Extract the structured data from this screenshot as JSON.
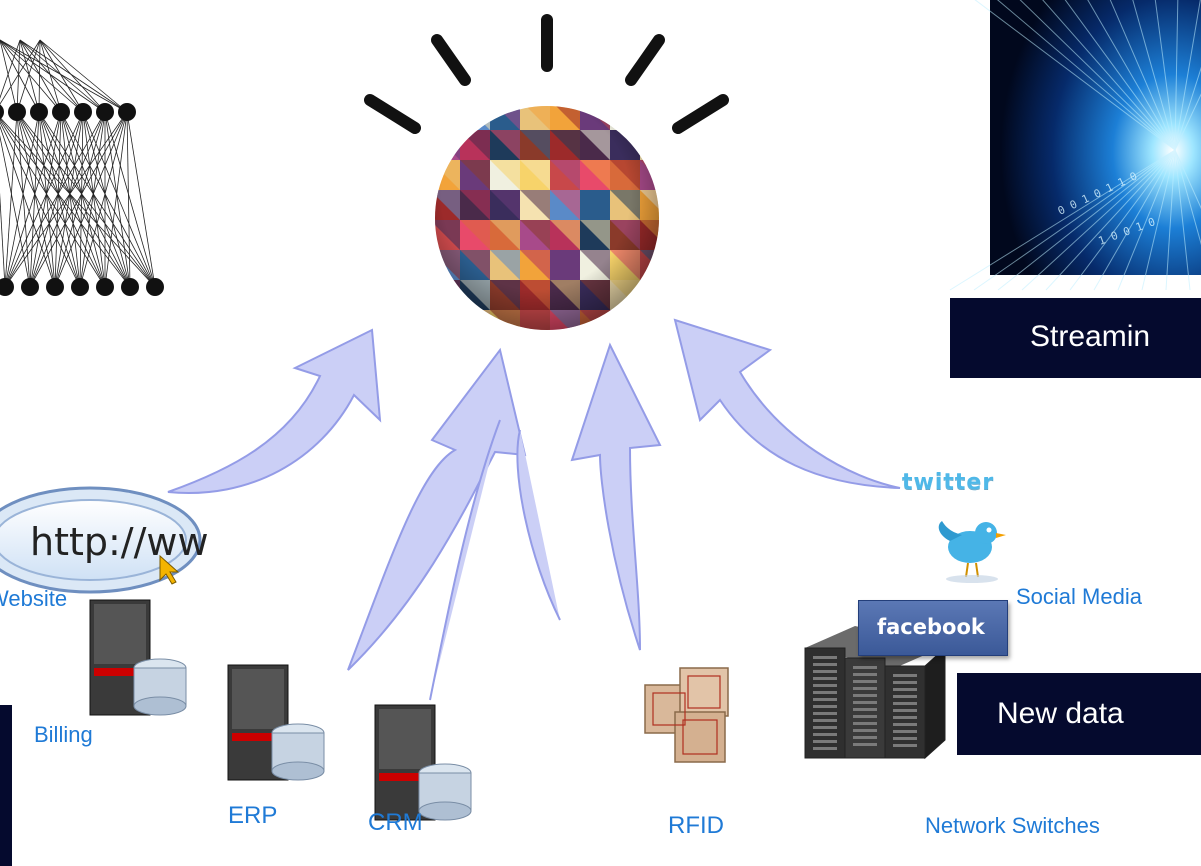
{
  "labels": {
    "website": "Website",
    "billing": "Billing",
    "erp": "ERP",
    "crm": "CRM",
    "rfid": "RFID",
    "network_switches": "Network Switches",
    "social_media": "Social Media"
  },
  "banners": {
    "streaming": "Streamin",
    "new_data": "New data"
  },
  "logos": {
    "twitter": "twitter",
    "facebook": "facebook",
    "url_bar": "http://ww"
  },
  "colors": {
    "arrow_fill": "#c9cdf6",
    "arrow_stroke": "#8f97e6",
    "label_text": "#1f7ad6",
    "banner_bg": "#050a2e",
    "facebook_bg": "#3b5998",
    "twitter_blue": "#4fb8e8"
  }
}
